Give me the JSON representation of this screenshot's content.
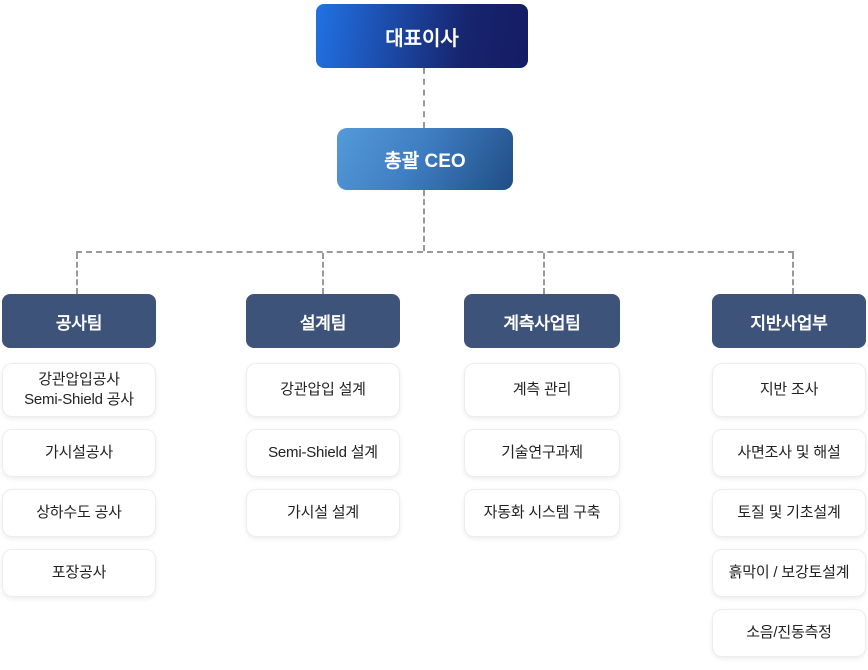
{
  "chart": {
    "root_label": "대표이사",
    "ceo_label": "총괄 CEO",
    "teams": [
      {
        "label": "공사팀",
        "items": [
          "강관압입공사\nSemi-Shield 공사",
          "가시설공사",
          "상하수도 공사",
          "포장공사"
        ]
      },
      {
        "label": "설계팀",
        "items": [
          "강관압입 설계",
          "Semi-Shield 설계",
          "가시설 설계"
        ]
      },
      {
        "label": "계측사업팀",
        "items": [
          "계측 관리",
          "기술연구과제",
          "자동화 시스템 구축"
        ]
      },
      {
        "label": "지반사업부",
        "items": [
          "지반 조사",
          "사면조사 및 해설",
          "토질 및 기초설계",
          "흙막이 / 보강토설계",
          "소음/진동측정"
        ]
      }
    ],
    "colors": {
      "root_gradient_start": "#2172e4",
      "root_gradient_end": "#141c64",
      "ceo_gradient_start": "#549ad9",
      "ceo_gradient_end": "#204d85",
      "team_header_bg": "#3d5379",
      "connector": "#999999",
      "item_bg": "#ffffff",
      "item_text": "#222222"
    }
  }
}
